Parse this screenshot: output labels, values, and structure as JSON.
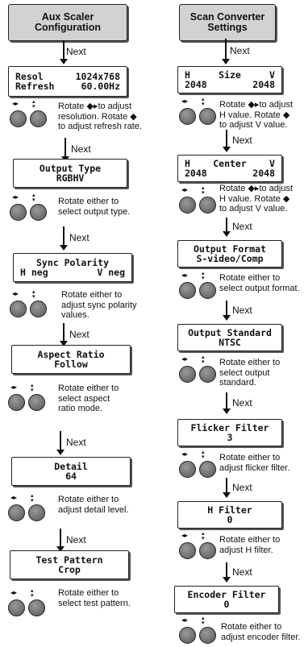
{
  "left": {
    "header": [
      "Aux Scaler",
      "Configuration"
    ],
    "next": "Next",
    "steps": [
      {
        "lines": [
          [
            "Resol",
            "1024x768"
          ],
          [
            "Refresh",
            "60.00Hz"
          ]
        ],
        "desc": [
          "Rotate ◆▸to adjust",
          "resolution. Rotate ◆",
          "to adjust refresh rate."
        ]
      },
      {
        "lines": [
          [
            "Output Type"
          ],
          [
            "RGBHV"
          ]
        ],
        "desc": [
          "Rotate either to",
          "select output type."
        ]
      },
      {
        "lines": [
          [
            "Sync Polarity"
          ],
          [
            "H neg",
            "V neg"
          ]
        ],
        "desc": [
          "Rotate either to",
          "adjust sync polarity",
          "values."
        ]
      },
      {
        "lines": [
          [
            "Aspect Ratio"
          ],
          [
            "Follow"
          ]
        ],
        "desc": [
          "Rotate either to",
          "select aspect",
          "ratio mode."
        ]
      },
      {
        "lines": [
          [
            "Detail"
          ],
          [
            "64"
          ]
        ],
        "desc": [
          "Rotate either to",
          "adjust detail level."
        ]
      },
      {
        "lines": [
          [
            "Test Pattern"
          ],
          [
            "Crop"
          ]
        ],
        "desc": [
          "Rotate either to",
          "select test pattern."
        ]
      }
    ]
  },
  "right": {
    "header": [
      "Scan Converter",
      "Settings"
    ],
    "next": "Next",
    "steps": [
      {
        "lines": [
          [
            "H",
            "Size",
            "V"
          ],
          [
            "2048",
            "2048"
          ]
        ],
        "desc": [
          "Rotate ◆▸to adjust",
          "H value. Rotate ◆",
          "to adjust V value."
        ]
      },
      {
        "lines": [
          [
            "H",
            "Center",
            "V"
          ],
          [
            "2048",
            "2048"
          ]
        ],
        "desc": [
          "Rotate ◆▸to adjust",
          "H value. Rotate ◆",
          "to adjust V value."
        ]
      },
      {
        "lines": [
          [
            "Output Format"
          ],
          [
            "S-video/Comp"
          ]
        ],
        "desc": [
          "Rotate either to",
          "select output format."
        ]
      },
      {
        "lines": [
          [
            "Output Standard"
          ],
          [
            "NTSC"
          ]
        ],
        "desc": [
          "Rotate either to",
          "select output",
          "standard."
        ]
      },
      {
        "lines": [
          [
            "Flicker Filter"
          ],
          [
            "3"
          ]
        ],
        "desc": [
          "Rotate either to",
          "adjust flicker filter."
        ]
      },
      {
        "lines": [
          [
            "H Filter"
          ],
          [
            "0"
          ]
        ],
        "desc": [
          "Rotate either to",
          "adjust H filter."
        ]
      },
      {
        "lines": [
          [
            "Encoder Filter"
          ],
          [
            "0"
          ]
        ],
        "desc": [
          "Rotate either to",
          "adjust encoder filter."
        ]
      }
    ]
  },
  "icons": {
    "horizontal_knob": "◂▸",
    "vertical_knob": "▴▾"
  }
}
